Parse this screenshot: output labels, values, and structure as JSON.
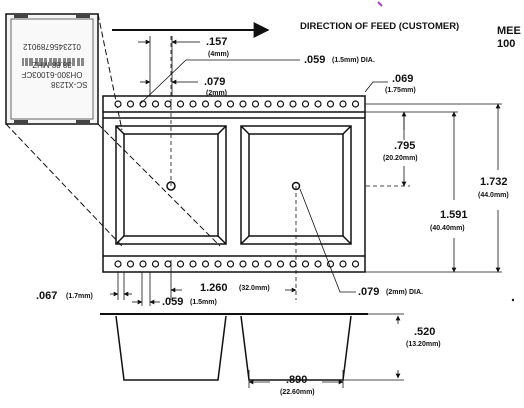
{
  "direction_of_feed": "DIRECTION OF FEED (CUSTOMER)",
  "corner_text_top": "MEE",
  "corner_text_bottom": "100",
  "chip": {
    "logo": "SC-X",
    "lot": "1238",
    "frequency": "38.88 MHZ",
    "part_number": "OH300-61003CF",
    "serial": "0123456789012"
  },
  "dimensions": {
    "d157": ".157",
    "d157_mm": "(4mm)",
    "d079": ".079",
    "d079_mm": "(2mm)",
    "hole_dia": ".059",
    "hole_dia_mm": "(1.5mm) DIA.",
    "d069": ".069",
    "d069_mm": "(1.75mm)",
    "d795": ".795",
    "d795_mm": "(20.20mm)",
    "d1732": "1.732",
    "d1732_mm": "(44.0mm)",
    "d1591": "1.591",
    "d1591_mm": "(40.40mm)",
    "d067": ".067",
    "d067_mm": "(1.7mm)",
    "d1260": "1.260",
    "d1260_mm": "(32.0mm)",
    "d059b": ".059",
    "d059b_mm": "(1.5mm)",
    "d079b": ".079",
    "d079b_mm": "(2mm) DIA.",
    "d520": ".520",
    "d520_mm": "(13.20mm)",
    "d890": ".890",
    "d890_mm": "(22.60mm)"
  },
  "colors": {
    "line": "#111111",
    "accent": "#b040c8",
    "chip_bg": "#f4f4f4"
  }
}
